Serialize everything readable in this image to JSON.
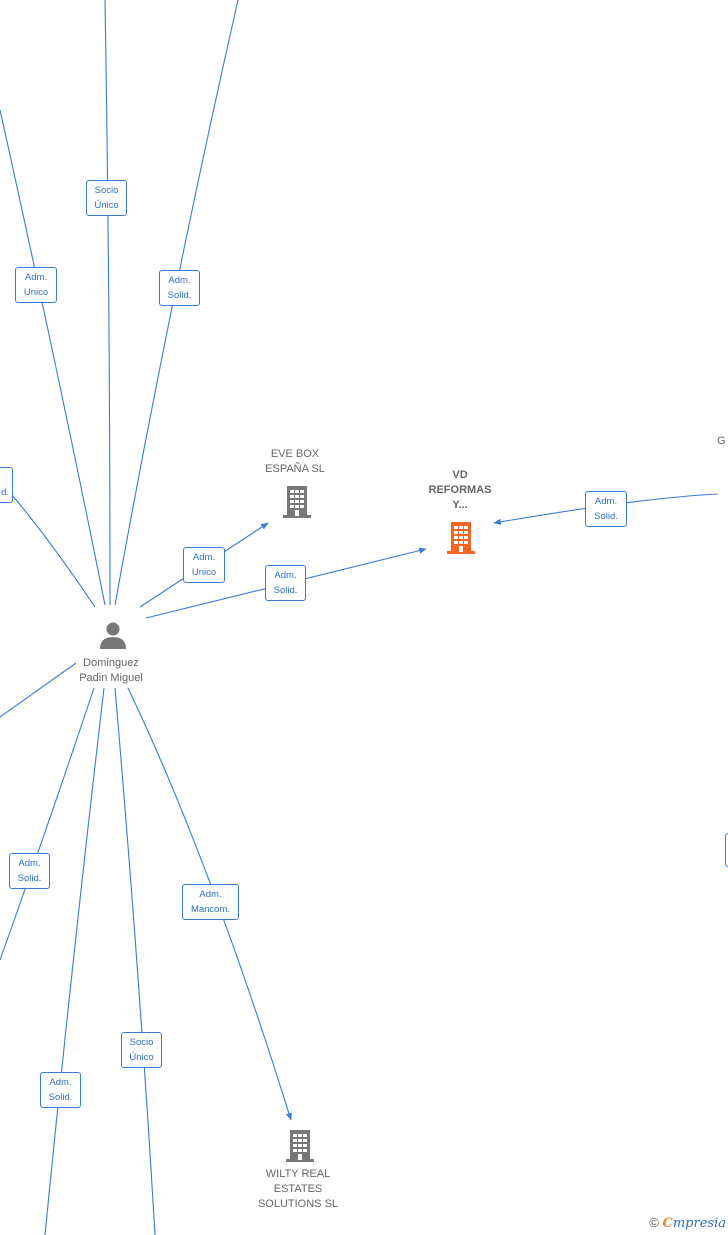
{
  "nodes": {
    "person": {
      "label_line1": "Dominguez",
      "label_line2": "Padin Miguel"
    },
    "evebox": {
      "label_line1": "EVE BOX",
      "label_line2": "ESPAÑA SL"
    },
    "vdreformas": {
      "label_line1": "VD",
      "label_line2": "REFORMAS",
      "label_line3": "Y..."
    },
    "wilty": {
      "label_line1": "WILTY REAL",
      "label_line2": "ESTATES",
      "label_line3": "SOLUTIONS SL"
    },
    "offscreen_right": {
      "label": "G"
    }
  },
  "edge_labels": {
    "socio_unico_top": [
      "Socio",
      "Único"
    ],
    "adm_unico_top": [
      "Adm.",
      "Unico"
    ],
    "adm_solid_top": [
      "Adm.",
      "Solid."
    ],
    "adm_unico_evebox": [
      "Adm.",
      "Unico"
    ],
    "adm_solid_vd": [
      "Adm.",
      "Solid."
    ],
    "adm_solid_right": [
      "Adm.",
      "Solid."
    ],
    "adm_solid_left_edge": [
      "",
      "d."
    ],
    "adm_solid_lower_left": [
      "Adm.",
      "Solid."
    ],
    "adm_mancom": [
      "Adm.",
      "Mancom."
    ],
    "socio_unico_bottom": [
      "Socio",
      "Único"
    ],
    "adm_solid_bottom": [
      "Adm.",
      "Solid."
    ]
  },
  "colors": {
    "edge": "#3a7bd5",
    "highlight_company": "#f26522",
    "company": "#777777",
    "person": "#777777"
  },
  "copyright": {
    "symbol": "©",
    "brand_e": "C",
    "brand_rest": "mpresia"
  }
}
